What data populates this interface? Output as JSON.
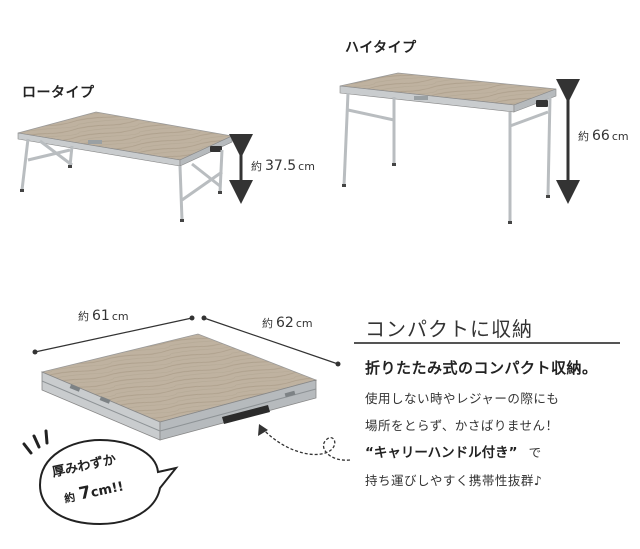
{
  "colors": {
    "wood_top": "#bfb2a0",
    "wood_grain": "#a99c89",
    "aluminum": "#c9ccce",
    "aluminum_dark": "#8e9396",
    "arrow": "#333333",
    "text": "#222222"
  },
  "low_type": {
    "label": "ロータイプ",
    "height": {
      "prefix": "約",
      "value": "37.5",
      "unit": "cm"
    }
  },
  "high_type": {
    "label": "ハイタイプ",
    "height": {
      "prefix": "約",
      "value": "66",
      "unit": "cm"
    }
  },
  "folded": {
    "width": {
      "prefix": "約",
      "value": "61",
      "unit": "cm"
    },
    "depth": {
      "prefix": "約",
      "value": "62",
      "unit": "cm"
    },
    "bubble_line1": "厚みわずか",
    "bubble_line2_prefix": "約",
    "bubble_line2_value": "7",
    "bubble_line2_unit": "cm!!"
  },
  "compact": {
    "title": "コンパクトに収納",
    "headline": "折りたたみ式のコンパクト収納。",
    "line1": "使用しない時やレジャーの際にも",
    "line2": "場所をとらず、かさばりません！",
    "line3_quote": "“キャリーハンドル付き”",
    "line3_rest": "で",
    "line4": "持ち運びしやすく携帯性抜群♪"
  }
}
